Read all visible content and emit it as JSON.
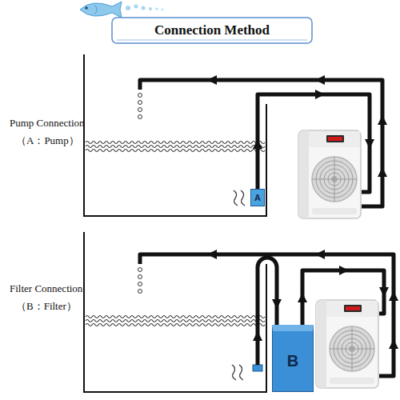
{
  "diagram": {
    "title": "Connection Method",
    "nodes": [
      {
        "text": [
          "A"
        ]
      },
      {
        "text": [
          "B"
        ]
      }
    ],
    "labels": [
      "Pump Connection",
      "（A：Pump）",
      "Filter Connection",
      "（B：Filter）"
    ]
  }
}
